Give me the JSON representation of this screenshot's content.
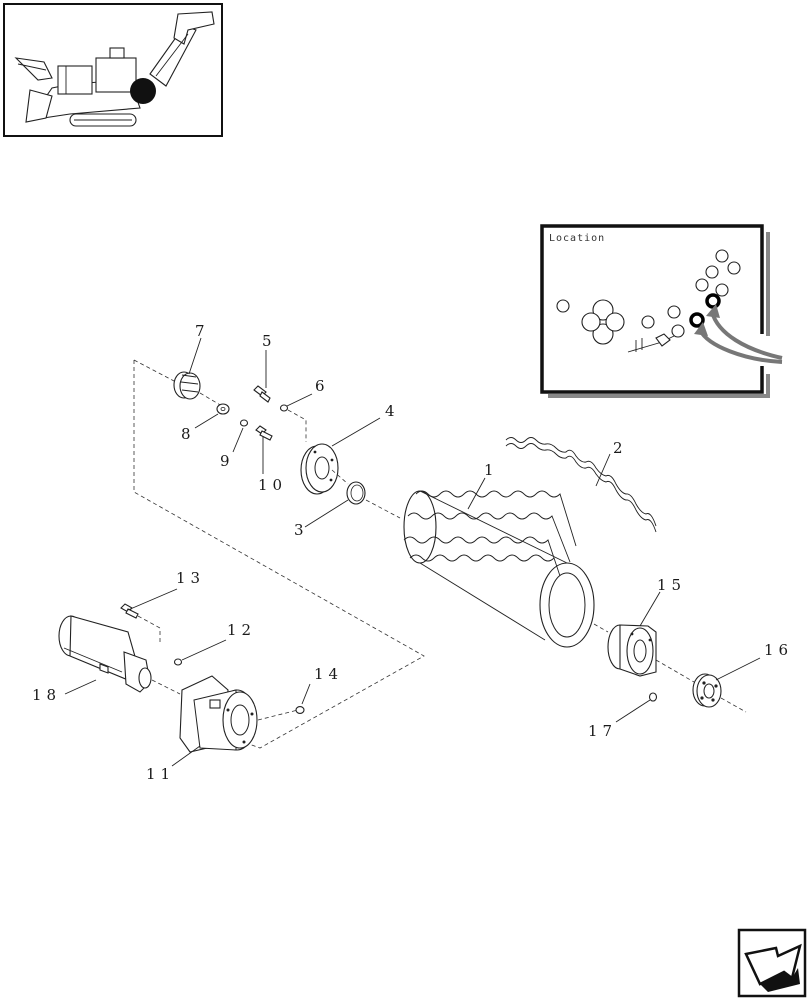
{
  "locator_inset": {
    "label": "Location"
  },
  "callouts": [
    {
      "id": "1",
      "text": "1"
    },
    {
      "id": "2",
      "text": "2"
    },
    {
      "id": "3",
      "text": "3"
    },
    {
      "id": "4",
      "text": "4"
    },
    {
      "id": "5",
      "text": "5"
    },
    {
      "id": "6",
      "text": "6"
    },
    {
      "id": "7",
      "text": "7"
    },
    {
      "id": "8",
      "text": "8"
    },
    {
      "id": "9",
      "text": "9"
    },
    {
      "id": "10",
      "text": "10"
    },
    {
      "id": "11",
      "text": "11"
    },
    {
      "id": "12",
      "text": "12"
    },
    {
      "id": "13",
      "text": "13"
    },
    {
      "id": "14",
      "text": "14"
    },
    {
      "id": "15",
      "text": "15"
    },
    {
      "id": "16",
      "text": "16"
    },
    {
      "id": "17",
      "text": "17"
    },
    {
      "id": "18",
      "text": "18"
    }
  ],
  "icons": {
    "machine_thumbnail": "sugarcane-harvester-icon",
    "navigation": "next-page-arrow-icon"
  }
}
